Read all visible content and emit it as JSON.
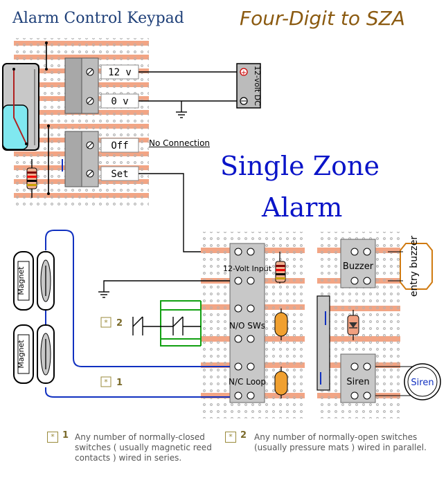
{
  "header": {
    "title": "Alarm Control Keypad",
    "subtitle": "Four-Digit to SZA"
  },
  "main_heading": {
    "line1": "Single Zone",
    "line2": "Alarm"
  },
  "keypad_terminals": [
    {
      "label": "12 v"
    },
    {
      "label": "0 v"
    },
    {
      "label": "Off"
    },
    {
      "label": "Set"
    }
  ],
  "no_connection_label": "No Connection",
  "dc_supply_label": "12-volt DC",
  "sza_terminal_labels": {
    "input": "12-Volt Input",
    "no_switches": "N/O SWs",
    "nc_loop": "N/C Loop",
    "buzzer": "Buzzer",
    "siren": "Siren"
  },
  "entry_buzzer_label": "entry buzzer",
  "siren_label": "Siren",
  "magnet_label": "Magnet",
  "markers": {
    "marker_1": "1",
    "marker_2": "2"
  },
  "notes": [
    {
      "number": "1",
      "text": "Any number of normally-closed switches ( usually magnetic reed contacts ) wired in series."
    },
    {
      "number": "2",
      "text": "Any number of normally-open switches (usually pressure mats ) wired in parallel."
    }
  ],
  "colors": {
    "stripboard_copper": "#f0a080",
    "stripboard_dot": "#a0a0a0",
    "terminal_grey": "#a8a8a8",
    "wire_blue": "#1030c0",
    "wire_green": "#10a010",
    "heading_blue": "#0a14c8",
    "title_navy": "#1e3f78",
    "subtitle_brown": "#8b5a10",
    "led_orange": "#f0a030"
  }
}
